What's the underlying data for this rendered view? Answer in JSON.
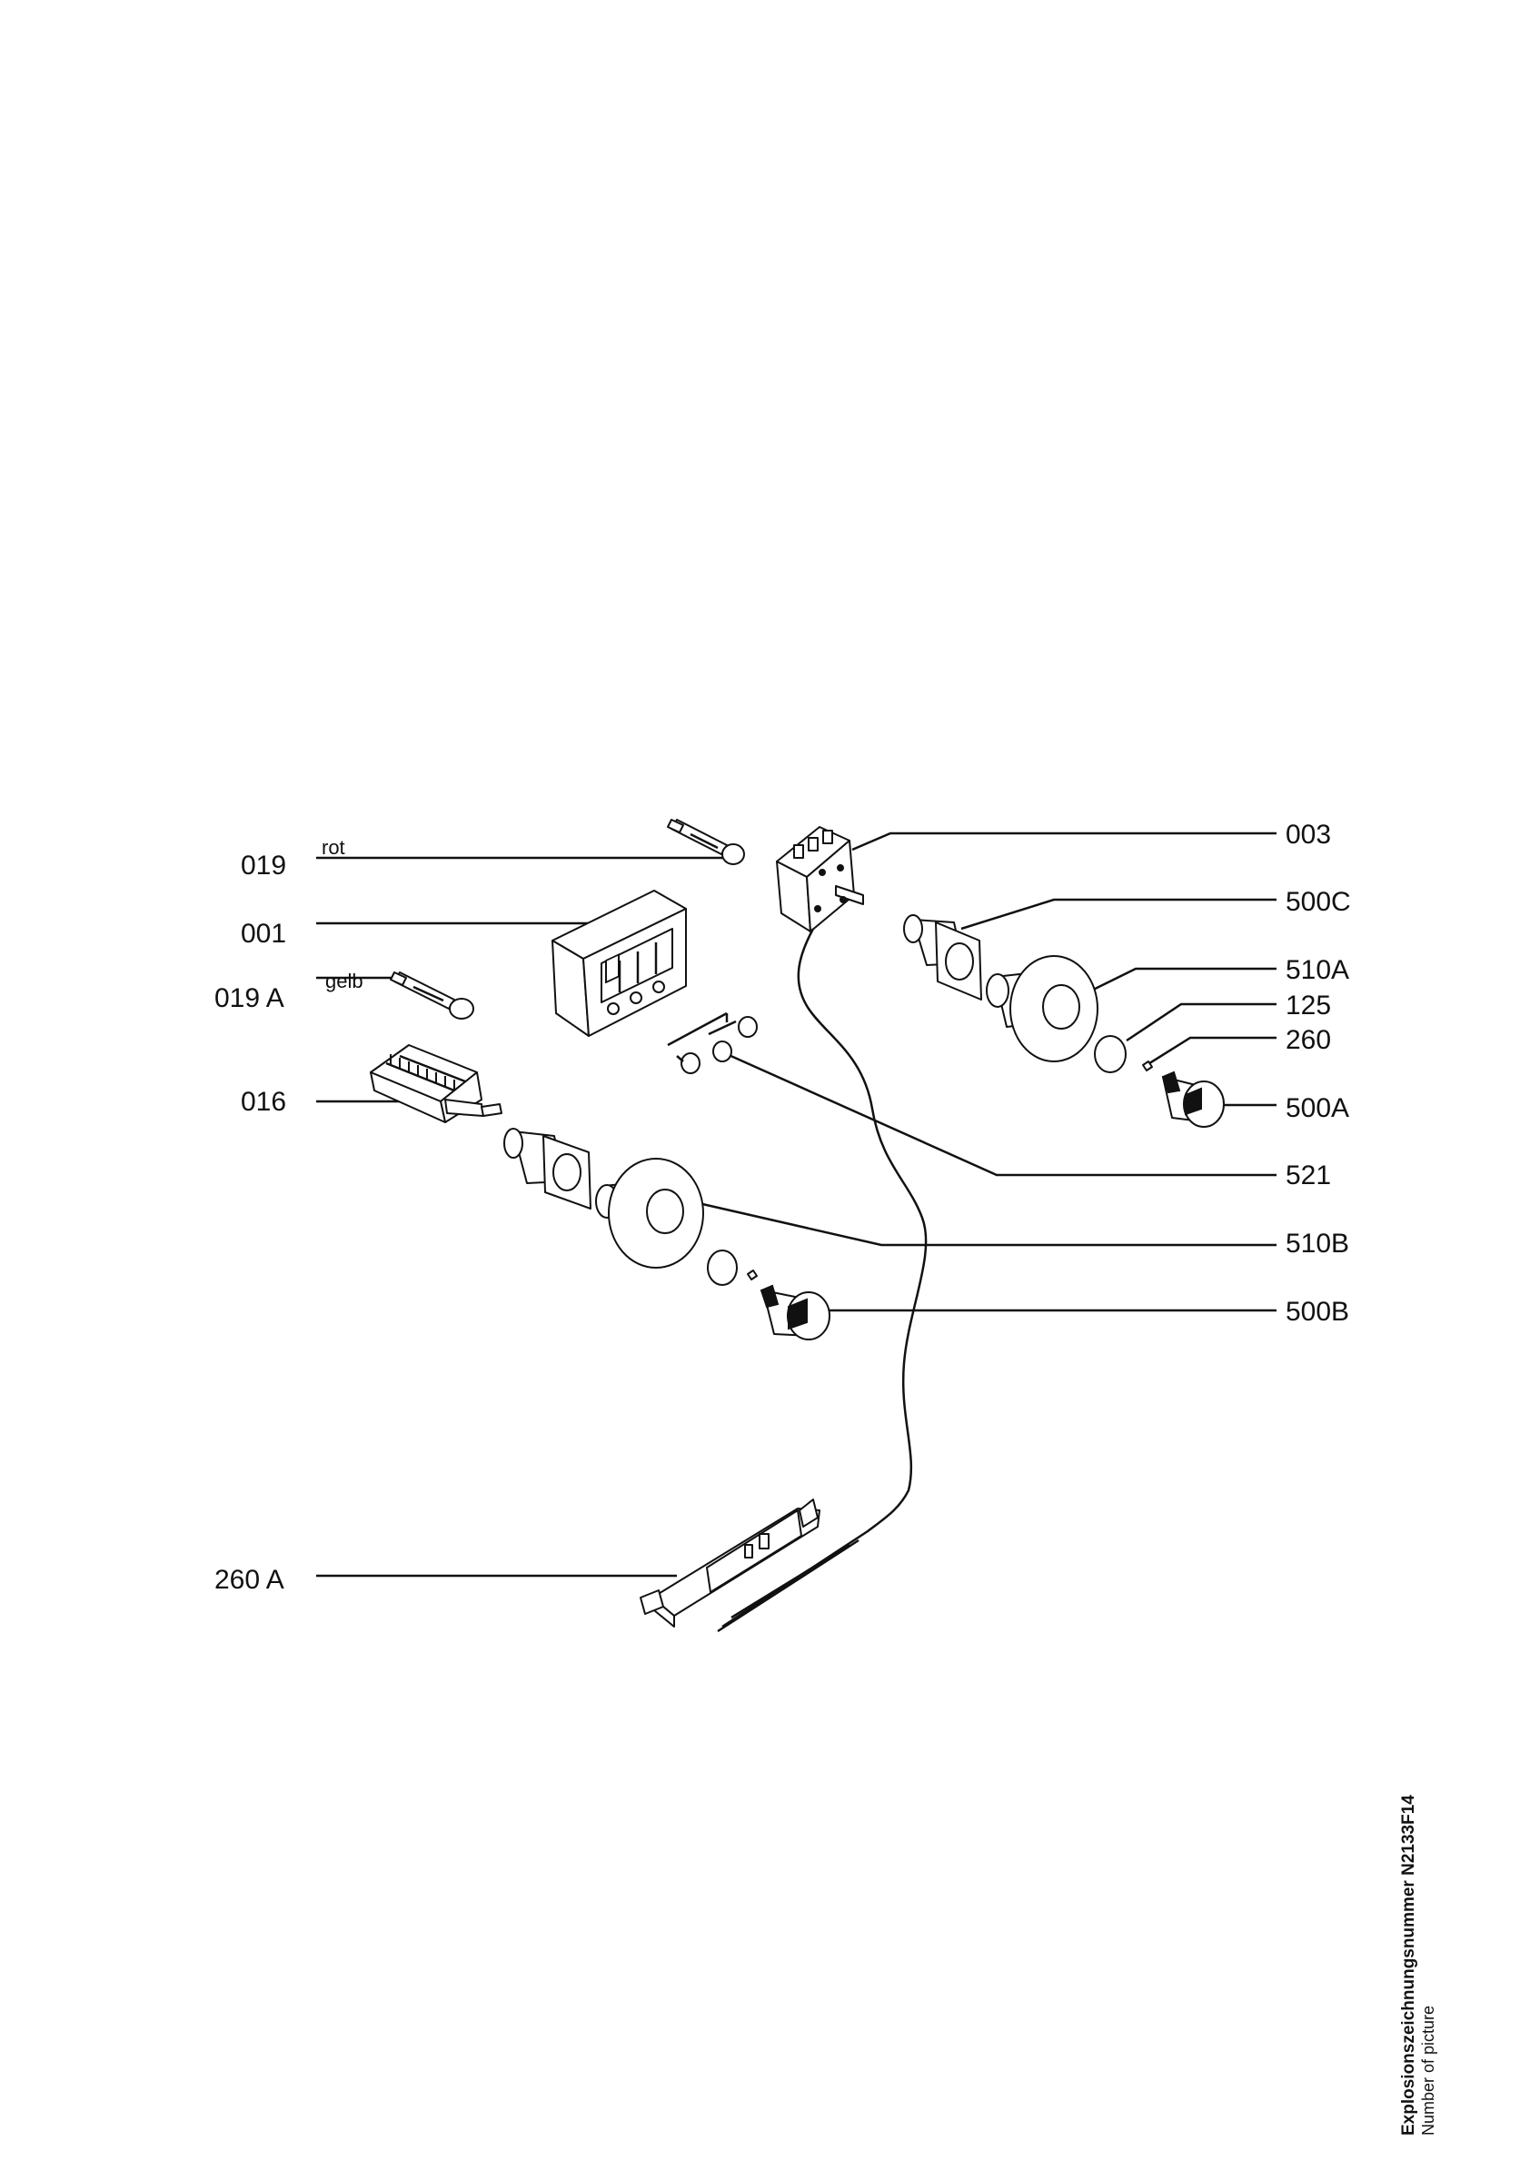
{
  "labels": {
    "p019": "019",
    "p001": "001",
    "p019a": "019 A",
    "p016": "016",
    "p260a": "260 A",
    "p003": "003",
    "p500c": "500C",
    "p510a": "510A",
    "p125": "125",
    "p260": "260",
    "p500a": "500A",
    "p521": "521",
    "p510b": "510B",
    "p500b": "500B"
  },
  "annotations": {
    "rot": "rot",
    "gelb": "gelb"
  },
  "side_caption": {
    "title": "Explosionszeichnungsnummer N2133F14",
    "subtitle": "Number of picture"
  }
}
